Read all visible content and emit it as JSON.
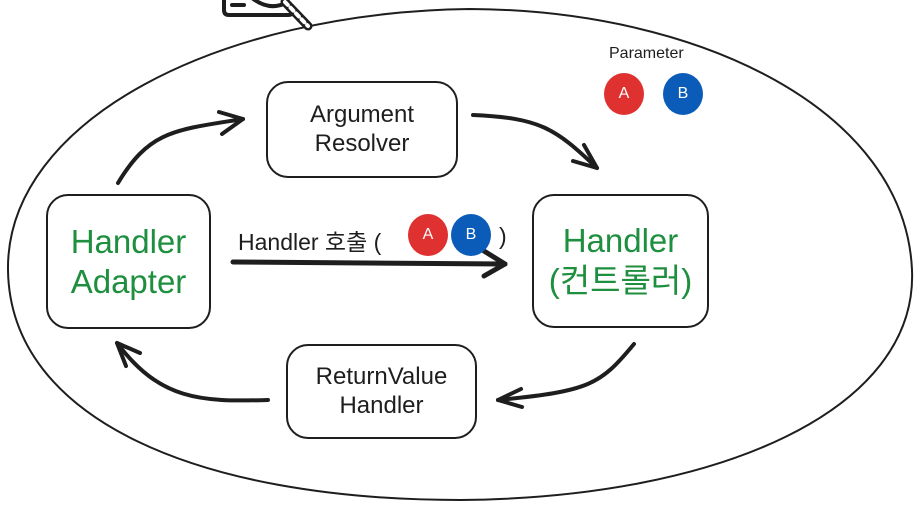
{
  "diagram": {
    "colors": {
      "stroke": "#1e1e1e",
      "accent_text": "#1e8f3e",
      "param_a": "#e03131",
      "param_b": "#0b5cb8",
      "background": "#ffffff"
    },
    "nodes": {
      "handler_adapter": {
        "lines": [
          "Handler",
          "Adapter"
        ]
      },
      "argument_resolver": {
        "lines": [
          "Argument",
          "Resolver"
        ]
      },
      "handler": {
        "lines": [
          "Handler",
          "(컨트롤러)"
        ]
      },
      "return_value_handler": {
        "lines": [
          "ReturnValue",
          "Handler"
        ]
      }
    },
    "legend": {
      "title": "Parameter",
      "params": [
        "A",
        "B"
      ]
    },
    "call_edge": {
      "label_prefix": "Handler 호출 (",
      "label_suffix": ")",
      "params": [
        "A",
        "B"
      ]
    },
    "edges": [
      {
        "from": "handler_adapter",
        "to": "argument_resolver"
      },
      {
        "from": "argument_resolver",
        "to": "handler"
      },
      {
        "from": "handler_adapter",
        "to": "handler",
        "label": "Handler 호출 (A B)"
      },
      {
        "from": "handler",
        "to": "return_value_handler"
      },
      {
        "from": "return_value_handler",
        "to": "handler_adapter"
      }
    ],
    "decoration_icon": "magnifier-icon"
  }
}
